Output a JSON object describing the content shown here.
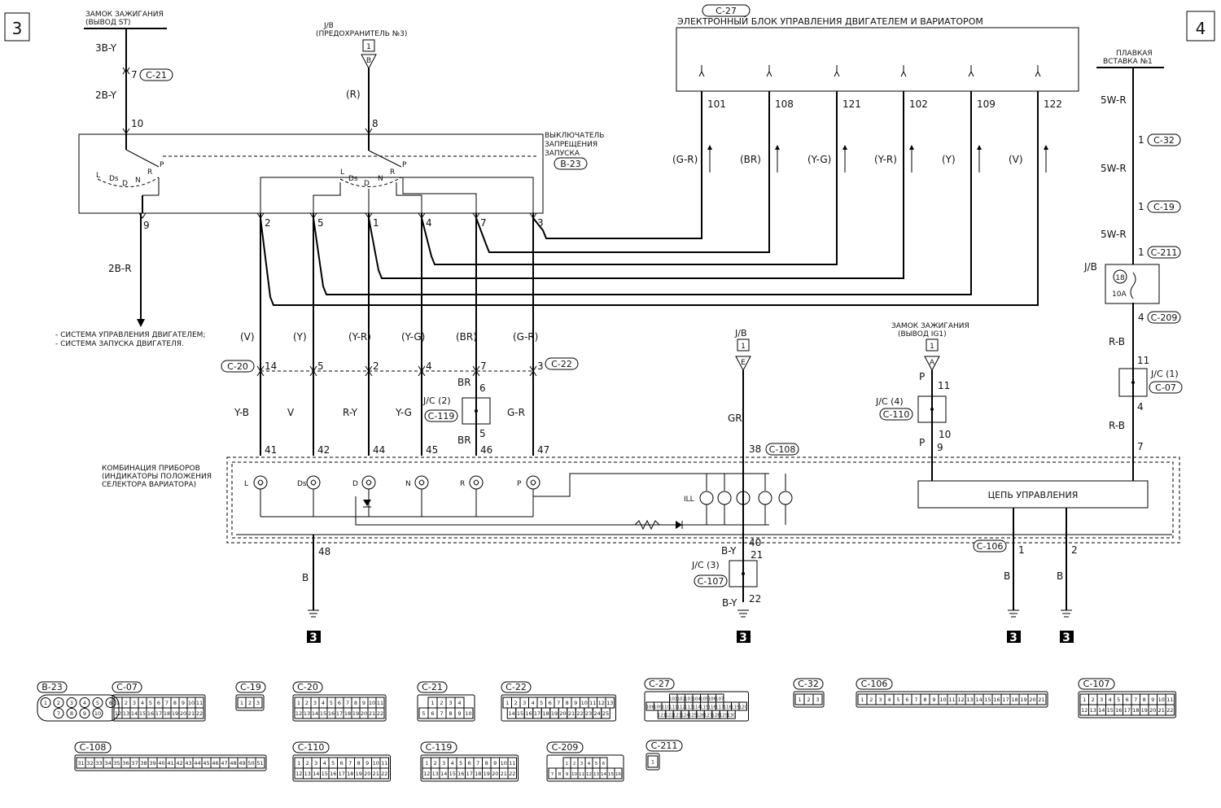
{
  "page": {
    "left_marker": "3",
    "right_marker": "4"
  },
  "ecu": {
    "conn": "C-27",
    "title": "ЭЛЕКТРОННЫЙ БЛОК УПРАВЛЕНИЯ ДВИГАТЕЛЕМ И ВАРИАТОРОМ",
    "pins": [
      "101",
      "108",
      "121",
      "102",
      "109",
      "122"
    ],
    "colors": [
      "(G-R)",
      "(BR)",
      "(Y-G)",
      "(Y-R)",
      "(Y)",
      "(V)"
    ]
  },
  "ign_st": {
    "title1": "ЗАМОК ЗАЖИГАНИЯ",
    "title2": "(ВЫВОД ST)",
    "w1": "3B-Y",
    "pin7": "7",
    "conn": "C-21",
    "w2": "2B-Y",
    "pin10": "10"
  },
  "jb_top": {
    "title1": "J/B",
    "title2": "(ПРЕДОХРАНИТЕЛЬ №3)",
    "box": "1",
    "tri": "B",
    "wire": "(R)",
    "pin8": "8"
  },
  "inhibitor": {
    "title1": "ВЫКЛЮЧАТЕЛЬ",
    "title2": "ЗАПРЕЩЕНИЯ",
    "title3": "ЗАПУСКА",
    "conn": "B-23",
    "pos": [
      "L",
      "Ds",
      "D",
      "N",
      "R",
      "P"
    ],
    "pin9": "9",
    "pins": [
      "2",
      "5",
      "1",
      "4",
      "7",
      "3"
    ]
  },
  "out_2br": {
    "wire": "2B-R",
    "note1": "- СИСТЕМА УПРАВЛЕНИЯ ДВИГАТЕЛЕМ;",
    "note2": "- СИСТЕМА ЗАПУСКА ДВИГАТЕЛЯ."
  },
  "c20": {
    "conn": "C-20",
    "pin": "14"
  },
  "c22": {
    "conn": "C-22",
    "pins": [
      "5",
      "2",
      "4",
      "7",
      "3"
    ]
  },
  "upper_colors": [
    "(V)",
    "(Y)",
    "(Y-R)",
    "(Y-G)",
    "(BR)",
    "(G-R)"
  ],
  "lower_colors": [
    "Y-B",
    "V",
    "R-Y",
    "Y-G",
    "",
    "G-R"
  ],
  "jc2": {
    "title": "J/C (2)",
    "conn": "C-119",
    "w1": "BR",
    "p6": "6",
    "p5": "5",
    "w2": "BR"
  },
  "cluster": {
    "title1": "КОМБИНАЦИЯ ПРИБОРОВ",
    "title2": "(ИНДИКАТОРЫ ПОЛОЖЕНИЯ",
    "title3": "СЕЛЕКТОРА ВАРИАТОРА)",
    "pins": [
      "41",
      "42",
      "44",
      "45",
      "46",
      "47"
    ],
    "lamps": [
      "L",
      "Ds",
      "D",
      "N",
      "R",
      "P"
    ],
    "ill": "ILL",
    "ctrl": "ЦЕПЬ УПРАВЛЕНИЯ"
  },
  "jb_mid": {
    "title": "J/B",
    "box": "1",
    "tri": "E",
    "wire": "GR",
    "pin": "38",
    "conn": "C-108"
  },
  "gnd_left": {
    "pin": "48",
    "wire": "B",
    "mark": "3"
  },
  "jc3": {
    "p40": "40",
    "w1": "B-Y",
    "p21": "21",
    "title": "J/C (3)",
    "conn": "C-107",
    "w2": "B-Y",
    "p22": "22",
    "mark": "3"
  },
  "ign_ig1": {
    "title1": "ЗАМОК ЗАЖИГАНИЯ",
    "title2": "(ВЫВОД IG1)",
    "box": "1",
    "tri": "A",
    "w": "P",
    "p11": "11",
    "jc": "J/C (4)",
    "conn": "C-110",
    "p10": "10",
    "w2": "P",
    "p9": "9"
  },
  "fusible": {
    "title1": "ПЛАВКАЯ",
    "title2": "ВСТАВКА №1",
    "w1": "5W-R",
    "p1a": "1",
    "c32": "C-32",
    "w2": "5W-R",
    "p1b": "1",
    "c19": "C-19",
    "w3": "5W-R",
    "p1c": "1",
    "c211": "C-211",
    "jb": "J/B",
    "fuse": "18",
    "amp": "10A",
    "p4": "4",
    "c209": "C-209",
    "w4": "R-B",
    "p11": "11",
    "jc1": "J/C (1)",
    "c07": "C-07",
    "p4b": "4",
    "w5": "R-B",
    "p7": "7"
  },
  "c106": {
    "conn": "C-106",
    "p1": "1",
    "p2": "2",
    "w": "B",
    "mark": "3"
  },
  "connectors": [
    {
      "name": "B-23",
      "rows": [
        [
          "1",
          "2",
          "3",
          "4",
          "5",
          "6"
        ],
        [
          "7",
          "8",
          "9",
          "10"
        ]
      ]
    },
    {
      "name": "C-07",
      "rows": [
        [
          "1",
          "2",
          "3",
          "4",
          "5",
          "6",
          "7",
          "8",
          "9",
          "10",
          "11"
        ],
        [
          "12",
          "13",
          "14",
          "15",
          "16",
          "17",
          "18",
          "19",
          "20",
          "21",
          "22"
        ]
      ]
    },
    {
      "name": "C-19",
      "rows": [
        [
          "1",
          "2",
          "3"
        ]
      ]
    },
    {
      "name": "C-20",
      "rows": [
        [
          "1",
          "2",
          "3",
          "4",
          "5",
          "6",
          "7",
          "8",
          "9",
          "10",
          "11"
        ],
        [
          "12",
          "13",
          "14",
          "15",
          "16",
          "17",
          "18",
          "19",
          "20",
          "21",
          "22"
        ]
      ]
    },
    {
      "name": "C-21",
      "rows": [
        [
          "1",
          "2",
          "3",
          "4"
        ],
        [
          "5",
          "6",
          "7",
          "8",
          "9",
          "10"
        ]
      ]
    },
    {
      "name": "C-22",
      "rows": [
        [
          "1",
          "2",
          "3",
          "4",
          "5",
          "6",
          "7",
          "8",
          "9",
          "10",
          "11",
          "12",
          "13"
        ],
        [
          "14",
          "15",
          "16",
          "17",
          "18",
          "19",
          "20",
          "21",
          "22",
          "23",
          "24",
          "25"
        ]
      ]
    },
    {
      "name": "C-27",
      "rows": [
        [
          "101",
          "102",
          "103",
          "104",
          "105",
          "106",
          "107"
        ],
        [
          "108",
          "109",
          "110",
          "111",
          "112",
          "113",
          "114",
          "115",
          "116",
          "117",
          "118",
          "119",
          "120"
        ],
        [
          "121",
          "122",
          "123",
          "124",
          "125",
          "126",
          "127",
          "128",
          "129",
          "130"
        ]
      ]
    },
    {
      "name": "C-32",
      "rows": [
        [
          "1",
          "2",
          "3"
        ]
      ]
    },
    {
      "name": "C-106",
      "rows": [
        [
          "1",
          "2",
          "3",
          "4",
          "5",
          "6",
          "7",
          "8",
          "9",
          "10",
          "11",
          "12",
          "13",
          "14",
          "15",
          "16",
          "17",
          "18",
          "19",
          "20",
          "21"
        ]
      ]
    },
    {
      "name": "C-107",
      "rows": [
        [
          "1",
          "2",
          "3",
          "4",
          "5",
          "6",
          "7",
          "8",
          "9",
          "10",
          "11"
        ],
        [
          "12",
          "13",
          "14",
          "15",
          "16",
          "17",
          "18",
          "19",
          "20",
          "21",
          "22"
        ]
      ]
    },
    {
      "name": "C-108",
      "rows": [
        [
          "31",
          "32",
          "33",
          "34",
          "35",
          "36",
          "37",
          "38",
          "39",
          "40",
          "41",
          "42",
          "43",
          "44",
          "45",
          "46",
          "47",
          "48",
          "49",
          "50",
          "51"
        ]
      ]
    },
    {
      "name": "C-110",
      "rows": [
        [
          "1",
          "2",
          "3",
          "4",
          "5",
          "6",
          "7",
          "8",
          "9",
          "10",
          "11"
        ],
        [
          "12",
          "13",
          "14",
          "15",
          "16",
          "17",
          "18",
          "19",
          "20",
          "21",
          "22"
        ]
      ]
    },
    {
      "name": "C-119",
      "rows": [
        [
          "1",
          "2",
          "3",
          "4",
          "5",
          "6",
          "7",
          "8",
          "9",
          "10",
          "11"
        ],
        [
          "12",
          "13",
          "14",
          "15",
          "16",
          "17",
          "18",
          "19",
          "20",
          "21",
          "22"
        ]
      ]
    },
    {
      "name": "C-209",
      "rows": [
        [
          "1",
          "2",
          "3",
          "4",
          "5",
          "6"
        ],
        [
          "7",
          "8",
          "9",
          "10",
          "11",
          "12",
          "13",
          "14",
          "15",
          "16"
        ]
      ]
    },
    {
      "name": "C-211",
      "rows": [
        [
          "1"
        ]
      ]
    }
  ]
}
